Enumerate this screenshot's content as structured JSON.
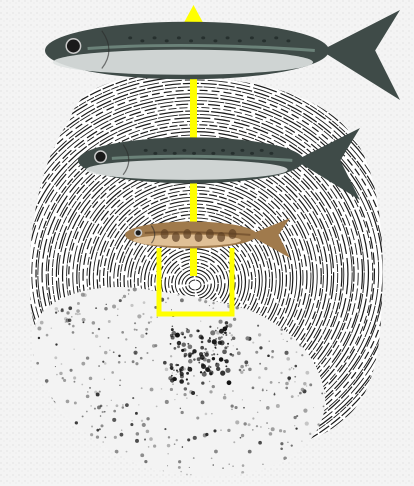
{
  "scene": {
    "background_color": "#ececec",
    "scale_color": "#1a1a1a",
    "arrow_color": "#ffff00",
    "fish": [
      {
        "id": "adult-fish-top",
        "kind": "adult",
        "body_color": "#3f4b48",
        "belly_color": "#dfe3e2"
      },
      {
        "id": "adult-fish-middle",
        "kind": "adult",
        "body_color": "#3f4b48",
        "belly_color": "#dfe3e2"
      },
      {
        "id": "juvenile-fish",
        "kind": "juvenile",
        "body_color": "#a07a4c",
        "belly_color": "#e7c89f"
      }
    ]
  }
}
